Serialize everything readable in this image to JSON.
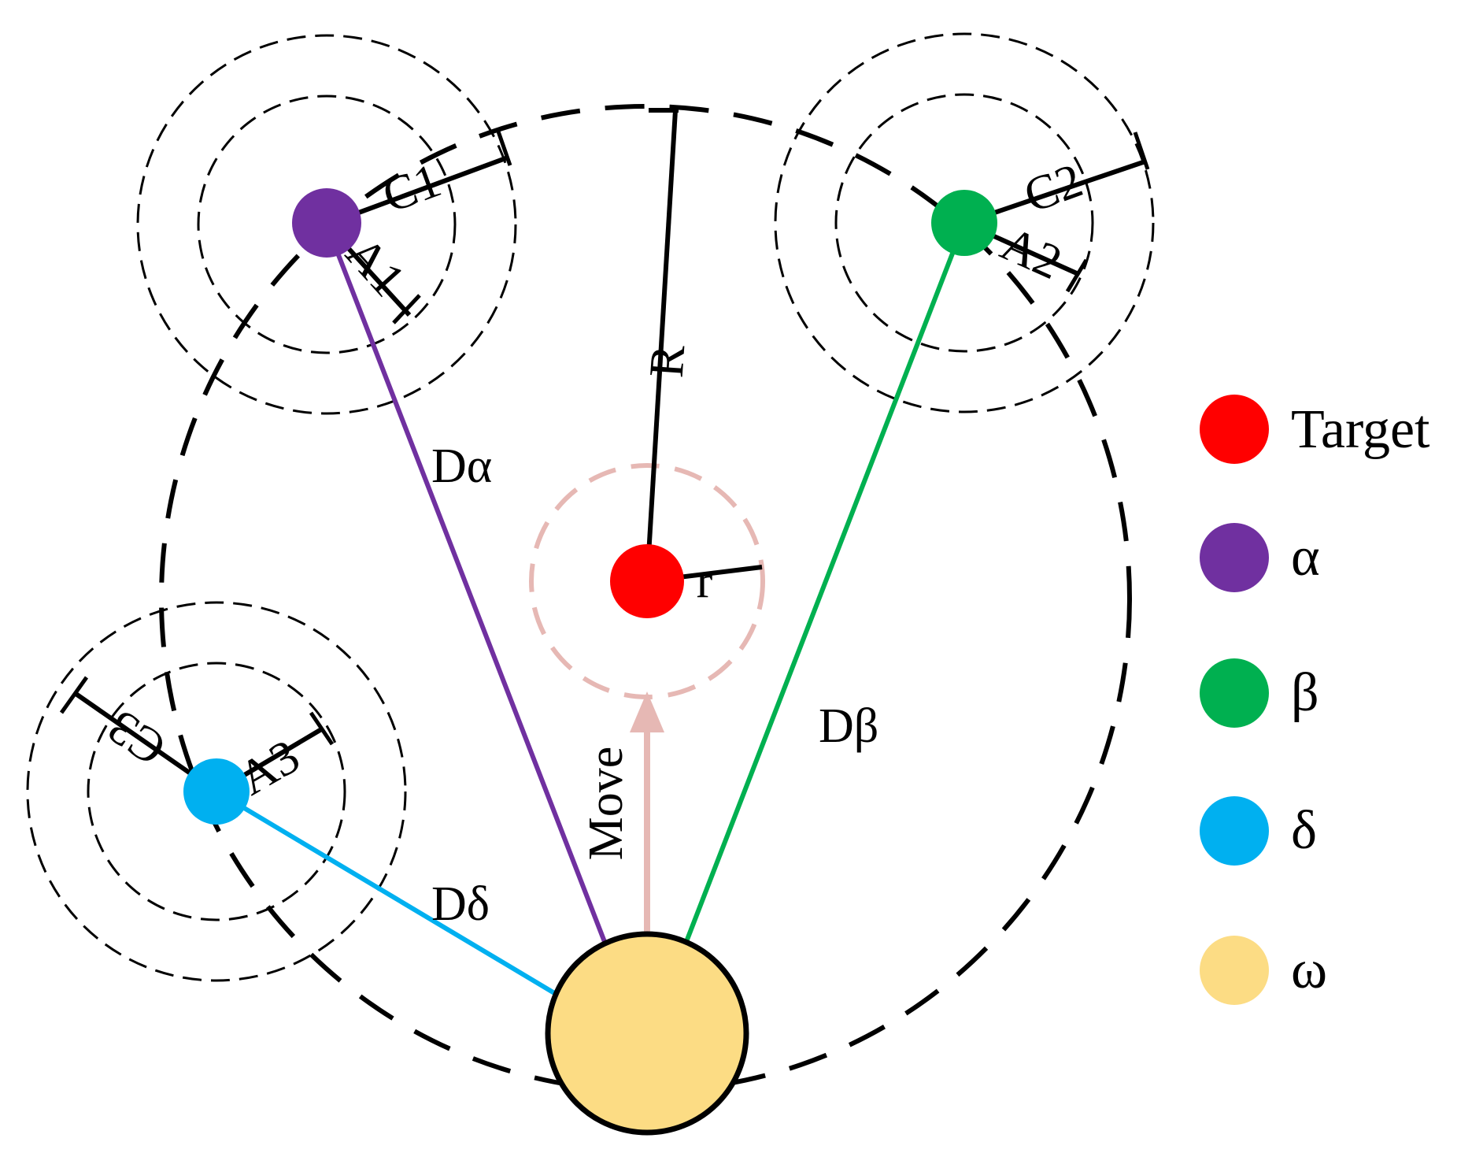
{
  "diagram": {
    "colors": {
      "target": "#ff0000",
      "alpha": "#7030a0",
      "beta": "#00b050",
      "delta": "#00b0f0",
      "omega": "#fcdc84",
      "ring": "#000000",
      "move": "#e6b8b4"
    },
    "labels": {
      "R": "R",
      "r": "r",
      "move": "Move",
      "c1": "C1",
      "c2": "C2",
      "c3": "C3",
      "a1": "A1",
      "a2": "A2",
      "a3": "A3",
      "d_alpha": "Dα",
      "d_beta": "Dβ",
      "d_delta": "Dδ"
    },
    "legend": [
      {
        "label": "Target",
        "color": "#ff0000"
      },
      {
        "label": "α",
        "color": "#7030a0"
      },
      {
        "label": "β",
        "color": "#00b050"
      },
      {
        "label": "δ",
        "color": "#00b0f0"
      },
      {
        "label": "ω",
        "color": "#fcdc84"
      }
    ]
  }
}
